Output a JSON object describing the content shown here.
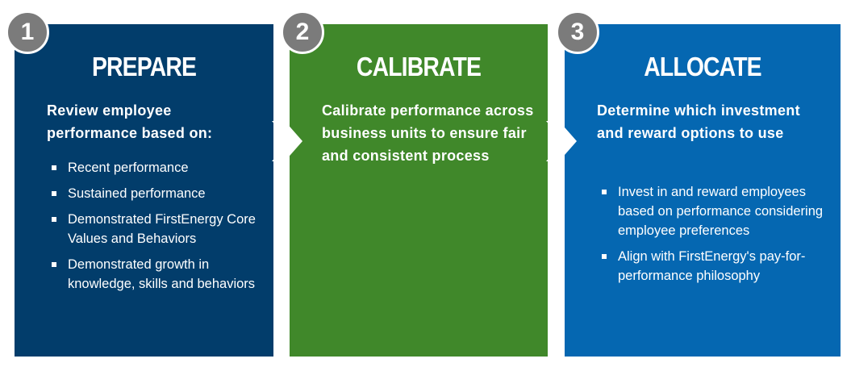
{
  "colors": {
    "prepare": "#023d6b",
    "calibrate": "#40882a",
    "allocate": "#0567b1",
    "badge": "#7b7b7b",
    "text": "#ffffff"
  },
  "steps": [
    {
      "number": "1",
      "title": "PREPARE",
      "description": "Review employee performance based on:",
      "bullets": [
        "Recent performance",
        "Sustained performance",
        "Demonstrated FirstEnergy Core Values and Behaviors",
        "Demonstrated growth in knowledge, skills and behaviors"
      ]
    },
    {
      "number": "2",
      "title": "CALIBRATE",
      "description": "Calibrate performance across business units to ensure fair and consistent process",
      "bullets": []
    },
    {
      "number": "3",
      "title": "ALLOCATE",
      "description": "Determine which investment and reward options to use",
      "bullets": [
        "Invest in and reward employees based on performance considering employee preferences",
        "Align with FirstEnergy's pay-for-performance philosophy"
      ]
    }
  ]
}
